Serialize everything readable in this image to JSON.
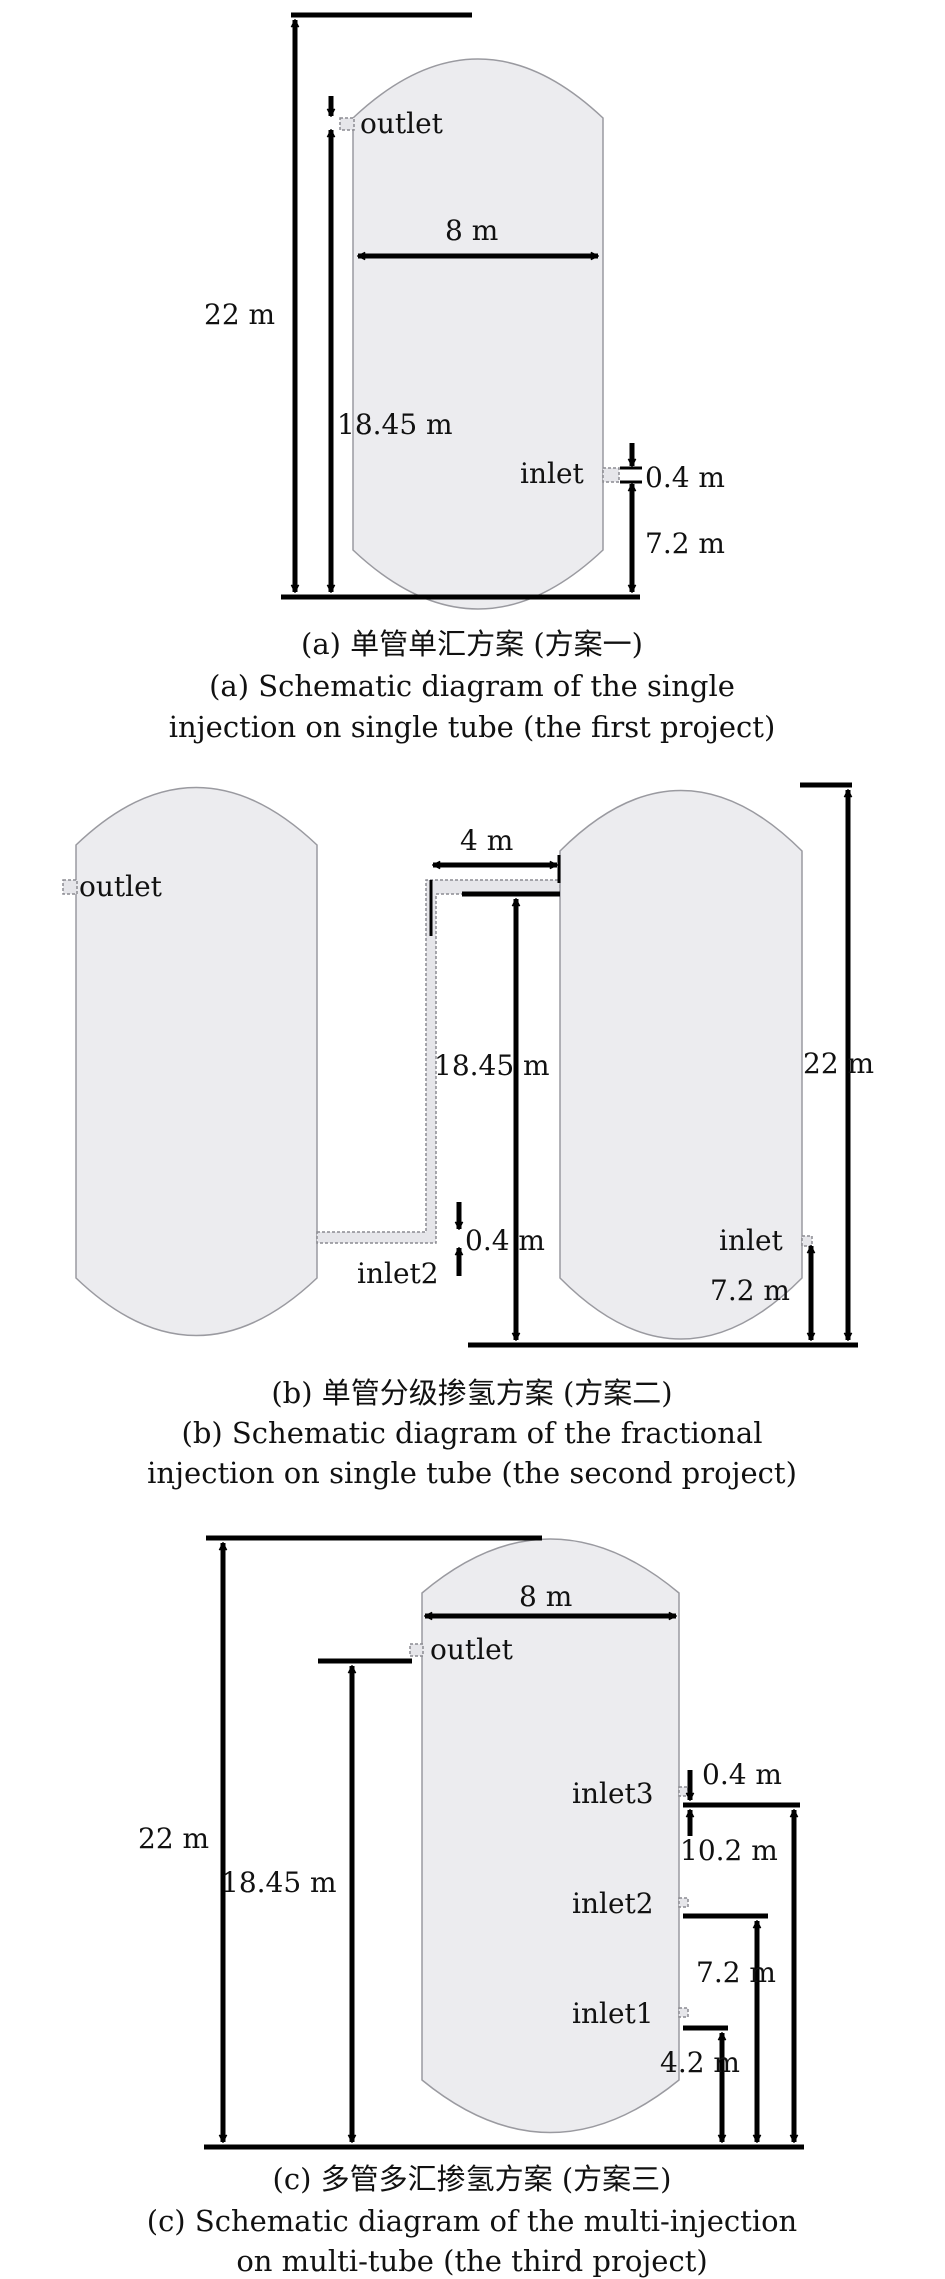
{
  "panels": {
    "a": {
      "labels": {
        "height_total": "22 m",
        "height_outlet": "18.45 m",
        "diameter": "8 m",
        "outlet": "outlet",
        "inlet": "inlet",
        "inlet_width": "0.4 m",
        "inlet_height": "7.2 m"
      },
      "caption_cn": "(a) 单管单汇方案 (方案一)",
      "caption_en_line1": "(a) Schematic diagram of the single",
      "caption_en_line2": "injection on single tube (the first project)"
    },
    "b": {
      "labels": {
        "outlet": "outlet",
        "pipe_width": "4 m",
        "height_outlet": "18.45 m",
        "height_total": "22 m",
        "inlet2_width": "0.4 m",
        "inlet2": "inlet2",
        "inlet": "inlet",
        "inlet_height": "7.2 m"
      },
      "caption_cn": "(b) 单管分级掺氢方案 (方案二)",
      "caption_en_line1": "(b) Schematic diagram of the fractional",
      "caption_en_line2": "injection on single tube (the second project)"
    },
    "c": {
      "labels": {
        "diameter": "8 m",
        "outlet": "outlet",
        "height_total": "22 m",
        "height_outlet": "18.45 m",
        "inlet3": "inlet3",
        "inlet3_width": "0.4 m",
        "inlet3_height": "10.2 m",
        "inlet2": "inlet2",
        "inlet2_height": "7.2 m",
        "inlet1": "inlet1",
        "inlet1_height": "4.2 m"
      },
      "caption_cn": "(c) 多管多汇掺氢方案 (方案三)",
      "caption_en_line1": "(c) Schematic diagram of the multi-injection",
      "caption_en_line2": "on multi-tube (the third project)"
    }
  }
}
